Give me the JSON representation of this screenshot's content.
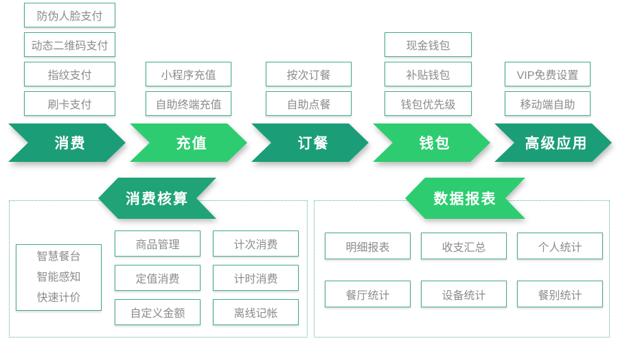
{
  "flow": {
    "stages": [
      {
        "label": "消费",
        "color": "#1b9e78",
        "features": [
          "防伪人脸支付",
          "动态二维码支付",
          "指纹支付",
          "刷卡支付"
        ]
      },
      {
        "label": "充值",
        "color": "#2ecc71",
        "features": [
          "小程序充值",
          "自助终端充值"
        ]
      },
      {
        "label": "订餐",
        "color": "#1b9e78",
        "features": [
          "按次订餐",
          "自助点餐"
        ]
      },
      {
        "label": "钱包",
        "color": "#2ecc71",
        "features": [
          "现金钱包",
          "补贴钱包",
          "钱包优先级"
        ]
      },
      {
        "label": "高级应用",
        "color": "#1b9e78",
        "features": [
          "VIP免费设置",
          "移动端自助"
        ]
      }
    ]
  },
  "sections": [
    {
      "title": "消费核算",
      "ribbon_color": "#1fa377",
      "side_panel": [
        "智慧餐台",
        "智能感知",
        "快速计价"
      ],
      "columns": [
        [
          "商品管理",
          "定值消费",
          "自定义金额"
        ],
        [
          "计次消费",
          "计时消费",
          "离线记帐"
        ]
      ]
    },
    {
      "title": "数据报表",
      "ribbon_color": "#2ecc71",
      "rows": [
        [
          "明细报表",
          "收支汇总",
          "个人统计"
        ],
        [
          "餐厅统计",
          "设备统计",
          "餐别统计"
        ]
      ]
    }
  ],
  "colors": {
    "dark_green": "#1b9e78",
    "bright_green": "#2ecc71",
    "box_border": "#41a98b",
    "dotted_border": "#4caf94",
    "text_gray": "#8b8b8b"
  }
}
